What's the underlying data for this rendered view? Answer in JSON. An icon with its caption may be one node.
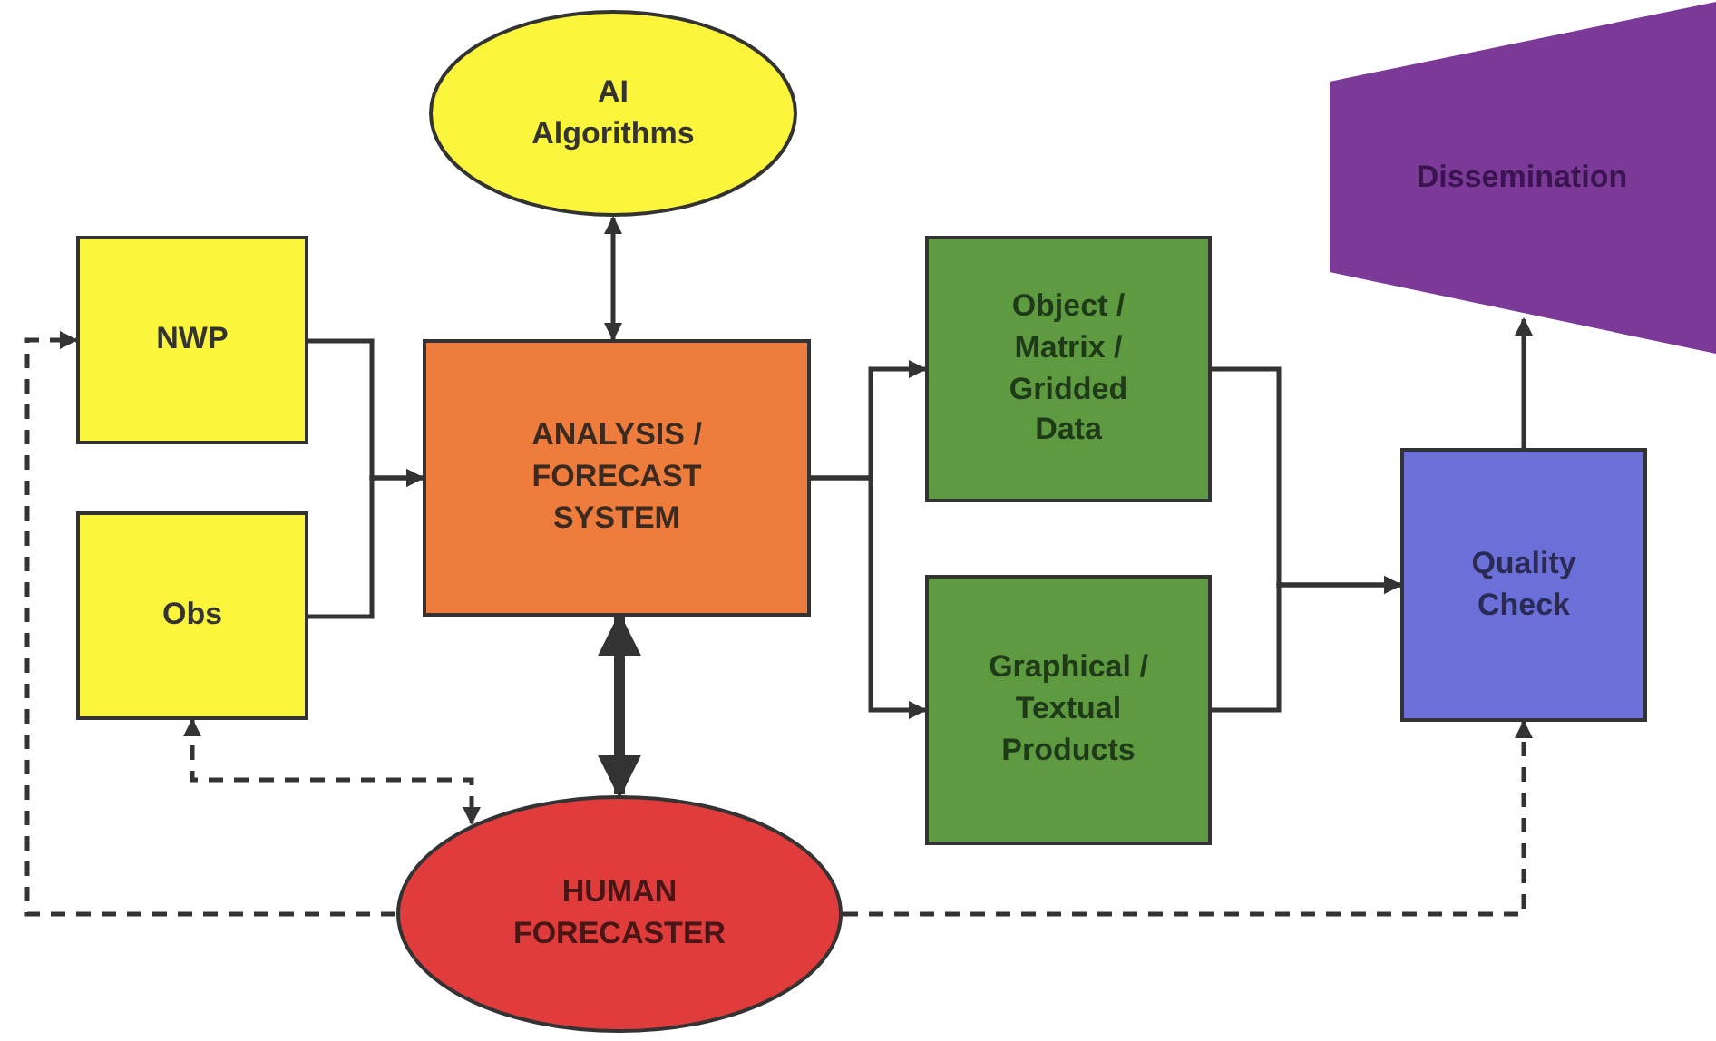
{
  "diagram": {
    "nodes": [
      {
        "text": [
          "AI Algorithms"
        ]
      },
      {
        "text": [
          "NWP"
        ]
      },
      {
        "text": [
          "Obs"
        ]
      },
      {
        "text": [
          "ANALYSIS / FORECAST SYSTEM"
        ]
      },
      {
        "text": [
          "Object / Matrix / Gridded Data"
        ]
      },
      {
        "text": [
          "Graphical / Textual Products"
        ]
      },
      {
        "text": [
          "Quality Check"
        ]
      },
      {
        "text": [
          "Dissemination"
        ]
      },
      {
        "text": [
          "HUMAN FORECASTER"
        ]
      }
    ],
    "edges": [
      {
        "from": 0,
        "to": 3,
        "arrow": "both"
      },
      {
        "from": 1,
        "to": 3,
        "arrow": "to"
      },
      {
        "from": 2,
        "to": 3,
        "arrow": "to"
      },
      {
        "from": 3,
        "to": 4,
        "arrow": "to"
      },
      {
        "from": 3,
        "to": 5,
        "arrow": "to"
      },
      {
        "from": 4,
        "to": 6,
        "arrow": "to"
      },
      {
        "from": 5,
        "to": 6,
        "arrow": "to"
      },
      {
        "from": 6,
        "to": 7,
        "arrow": "to"
      },
      {
        "from": 3,
        "to": 8,
        "arrow": "both",
        "style": "thick"
      },
      {
        "from": 2,
        "to": 8,
        "arrow": "both",
        "style": "dashed"
      },
      {
        "from": 8,
        "to": 1,
        "arrow": "to",
        "style": "dashed"
      },
      {
        "from": 8,
        "to": 6,
        "arrow": "to",
        "style": "dashed"
      }
    ]
  }
}
